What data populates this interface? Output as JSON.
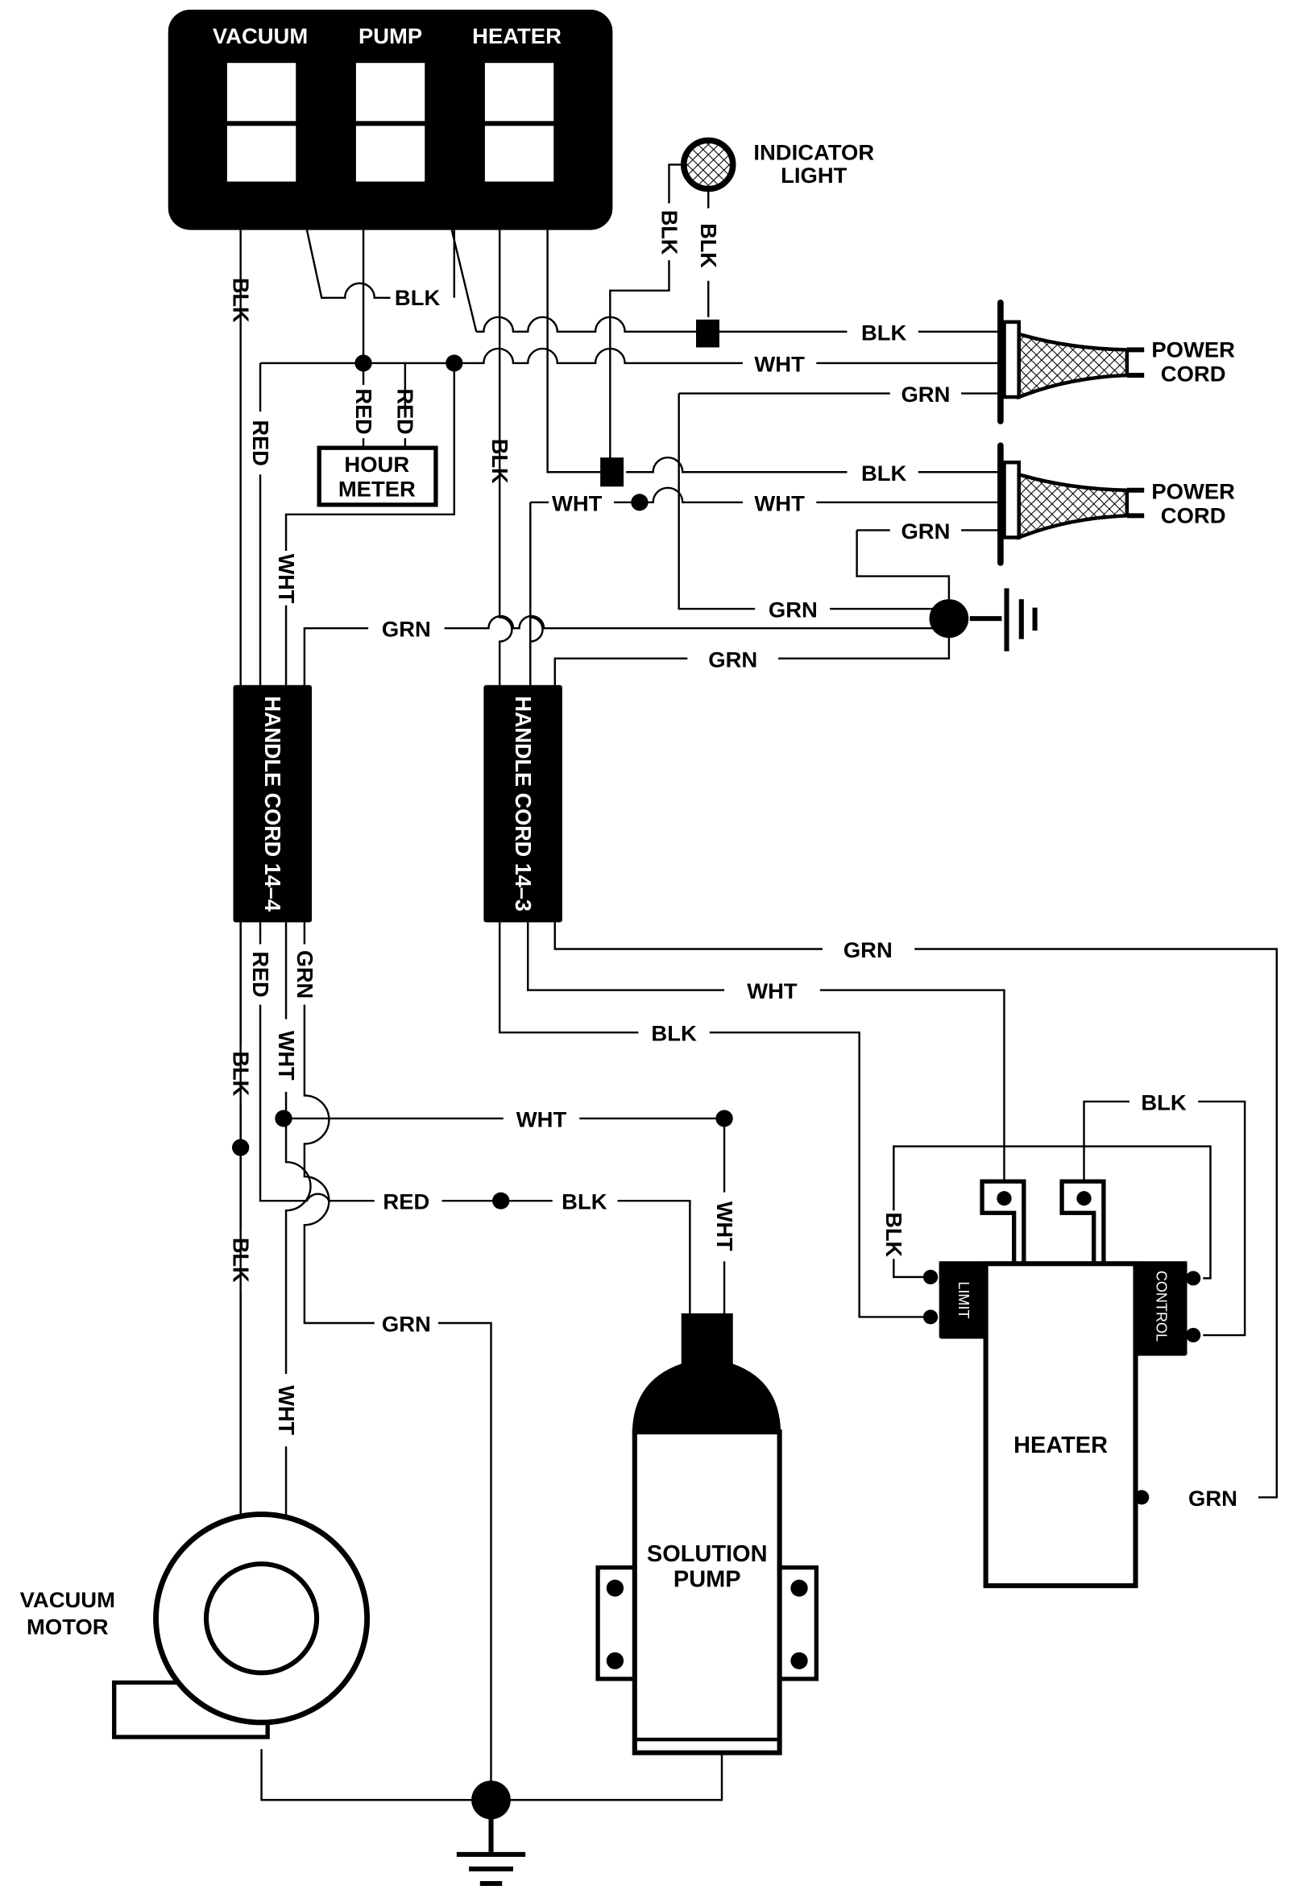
{
  "switch_panel": {
    "labels": [
      "VACUUM",
      "PUMP",
      "HEATER"
    ]
  },
  "components": {
    "indicator_light": [
      "INDICATOR",
      "LIGHT"
    ],
    "power_cord_1": [
      "POWER",
      "CORD"
    ],
    "power_cord_2": [
      "POWER",
      "CORD"
    ],
    "hour_meter": [
      "HOUR",
      "METER"
    ],
    "handle_cord_a": "HANDLE CORD 14–4",
    "handle_cord_b": "HANDLE CORD 14–3",
    "vacuum_motor": [
      "VACUUM",
      "MOTOR"
    ],
    "solution_pump": [
      "SOLUTION",
      "PUMP"
    ],
    "heater": "HEATER",
    "heater_limit": "LIMIT",
    "heater_control": "CONTROL"
  },
  "wire_colors": {
    "black": "BLK",
    "white": "WHT",
    "green": "GRN",
    "red": "RED"
  },
  "wire_labels": {
    "panel_vac_blk": "BLK",
    "panel_jumper_blk": "BLK",
    "light_left_blk": "BLK",
    "light_right_blk": "BLK",
    "cord1_blk": "BLK",
    "cord1_wht": "WHT",
    "cord1_grn": "GRN",
    "cord2_blk": "BLK",
    "cord2_wht": "WHT",
    "cord2_grn": "GRN",
    "meter_red_1": "RED",
    "meter_red_2": "RED",
    "left_red": "RED",
    "heater_sw_blk": "BLK",
    "junction_wht": "WHT",
    "left_wht": "WHT",
    "ground_grn_1": "GRN",
    "handle_a_grn_top": "GRN",
    "handle_b_grn_top": "GRN",
    "hb_grn": "GRN",
    "hb_wht": "WHT",
    "hb_blk": "BLK",
    "ha_red": "RED",
    "ha_grn": "GRN",
    "ha_wht": "WHT",
    "ha_blk": "BLK",
    "ha_blk2": "BLK",
    "pump_wht_h": "WHT",
    "pump_wht_v": "WHT",
    "pump_red": "RED",
    "pump_blk": "BLK",
    "ha_grn_low": "GRN",
    "motor_wht": "WHT",
    "heater_blk_top": "BLK",
    "heater_blk_left": "BLK",
    "heater_grn": "GRN"
  }
}
